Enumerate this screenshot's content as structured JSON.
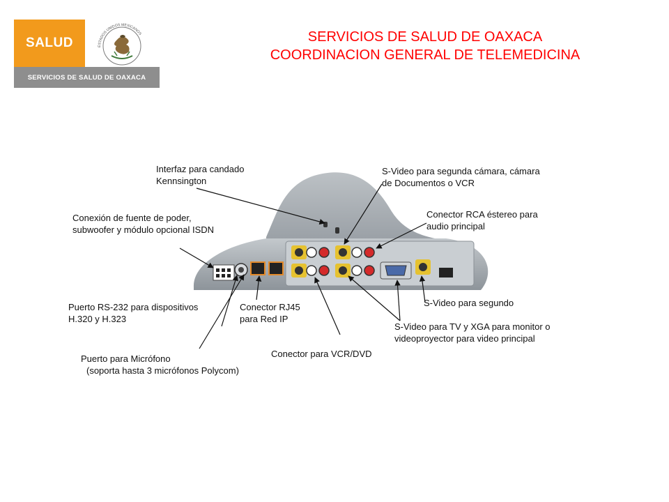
{
  "logo": {
    "brand": "SALUD",
    "subtitle": "SERVICIOS DE SALUD DE OAXACA",
    "seal_text": "ESTADOS UNIDOS MEXICANOS"
  },
  "header": {
    "line1": "SERVICIOS DE SALUD DE OAXACA",
    "line2": "COORDINACION GENERAL DE TELEMEDICINA"
  },
  "labels": {
    "kensington_1": "Interfaz para candado",
    "kensington_2": "Kennsington",
    "power_1": "Conexión de fuente de poder,",
    "power_2": "subwoofer  y módulo opcional ISDN",
    "rs232_1": "Puerto RS-232 para dispositivos",
    "rs232_2": "H.320 y  H.323",
    "rj45_1": "Conector RJ45",
    "rj45_2": "para Red IP",
    "mic_1": "Puerto para Micrófono",
    "mic_2": "(soporta hasta 3 micrófonos Polycom)",
    "vcr": "Conector para VCR/DVD",
    "svideo2_1": "S-Video para segunda cámara, cámara",
    "svideo2_2": "de Documentos o VCR",
    "rca_1": "Conector RCA éstereo para",
    "rca_2": "audio principal",
    "svideo_seg": "S-Video para segundo",
    "svideo_tv_1": "S-Video para TV y XGA para monitor o",
    "svideo_tv_2": "videoproyector para video principal"
  },
  "colors": {
    "header": "#ff0000",
    "logo_orange": "#f29a1c",
    "logo_gray": "#8e8e8e",
    "device_body": "#a7adb3",
    "connector_yellow": "#e6c230",
    "connector_red": "#d42a2a"
  }
}
